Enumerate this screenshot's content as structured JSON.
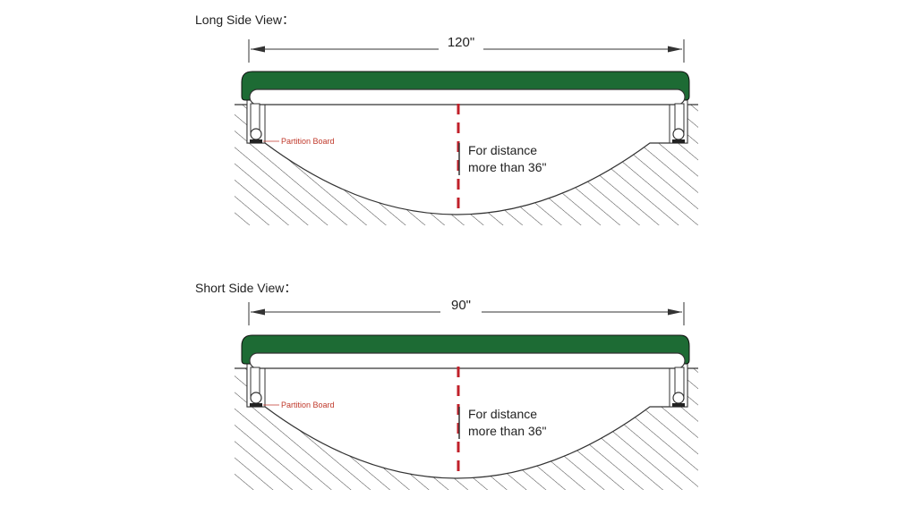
{
  "views": [
    {
      "title": "Long Side View：",
      "dimension": "120\"",
      "partition_label": "Partition Board",
      "note_line1": "For distance",
      "note_line2": "more than 36\""
    },
    {
      "title": "Short Side View：",
      "dimension": "90\"",
      "partition_label": "Partition Board",
      "note_line1": "For distance",
      "note_line2": "more than 36\""
    }
  ],
  "colors": {
    "cover_green": "#1d6b34",
    "centerline_red": "#c0202a",
    "label_red": "#c0392b",
    "line": "#333333"
  }
}
